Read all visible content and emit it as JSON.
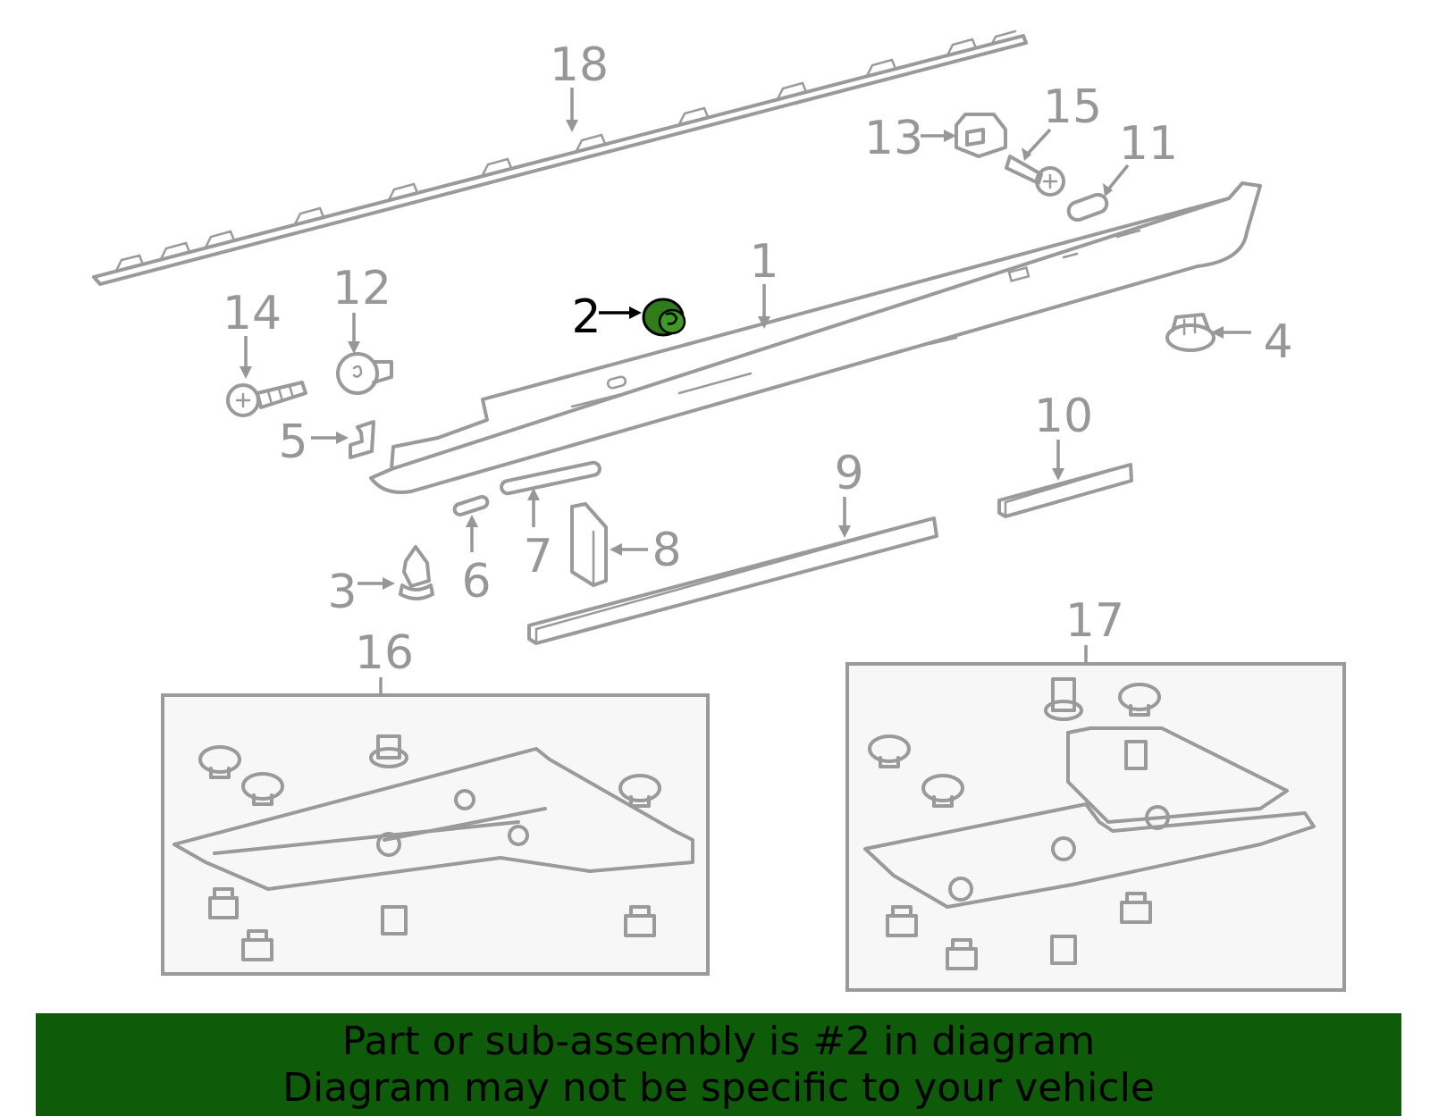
{
  "diagram": {
    "callouts": [
      {
        "id": "1",
        "label": "1"
      },
      {
        "id": "2",
        "label": "2",
        "highlighted": true
      },
      {
        "id": "3",
        "label": "3"
      },
      {
        "id": "4",
        "label": "4"
      },
      {
        "id": "5",
        "label": "5"
      },
      {
        "id": "6",
        "label": "6"
      },
      {
        "id": "7",
        "label": "7"
      },
      {
        "id": "8",
        "label": "8"
      },
      {
        "id": "9",
        "label": "9"
      },
      {
        "id": "10",
        "label": "10"
      },
      {
        "id": "11",
        "label": "11"
      },
      {
        "id": "12",
        "label": "12"
      },
      {
        "id": "13",
        "label": "13"
      },
      {
        "id": "14",
        "label": "14"
      },
      {
        "id": "15",
        "label": "15"
      },
      {
        "id": "16",
        "label": "16"
      },
      {
        "id": "17",
        "label": "17"
      },
      {
        "id": "18",
        "label": "18"
      }
    ],
    "highlight_color": "#2e7d1a",
    "line_color": "#9a9a9a"
  },
  "banner": {
    "line1": "Part or sub-assembly is #2 in diagram",
    "line2": "Diagram may not be specific to your vehicle",
    "background": "#0e5c0a"
  }
}
